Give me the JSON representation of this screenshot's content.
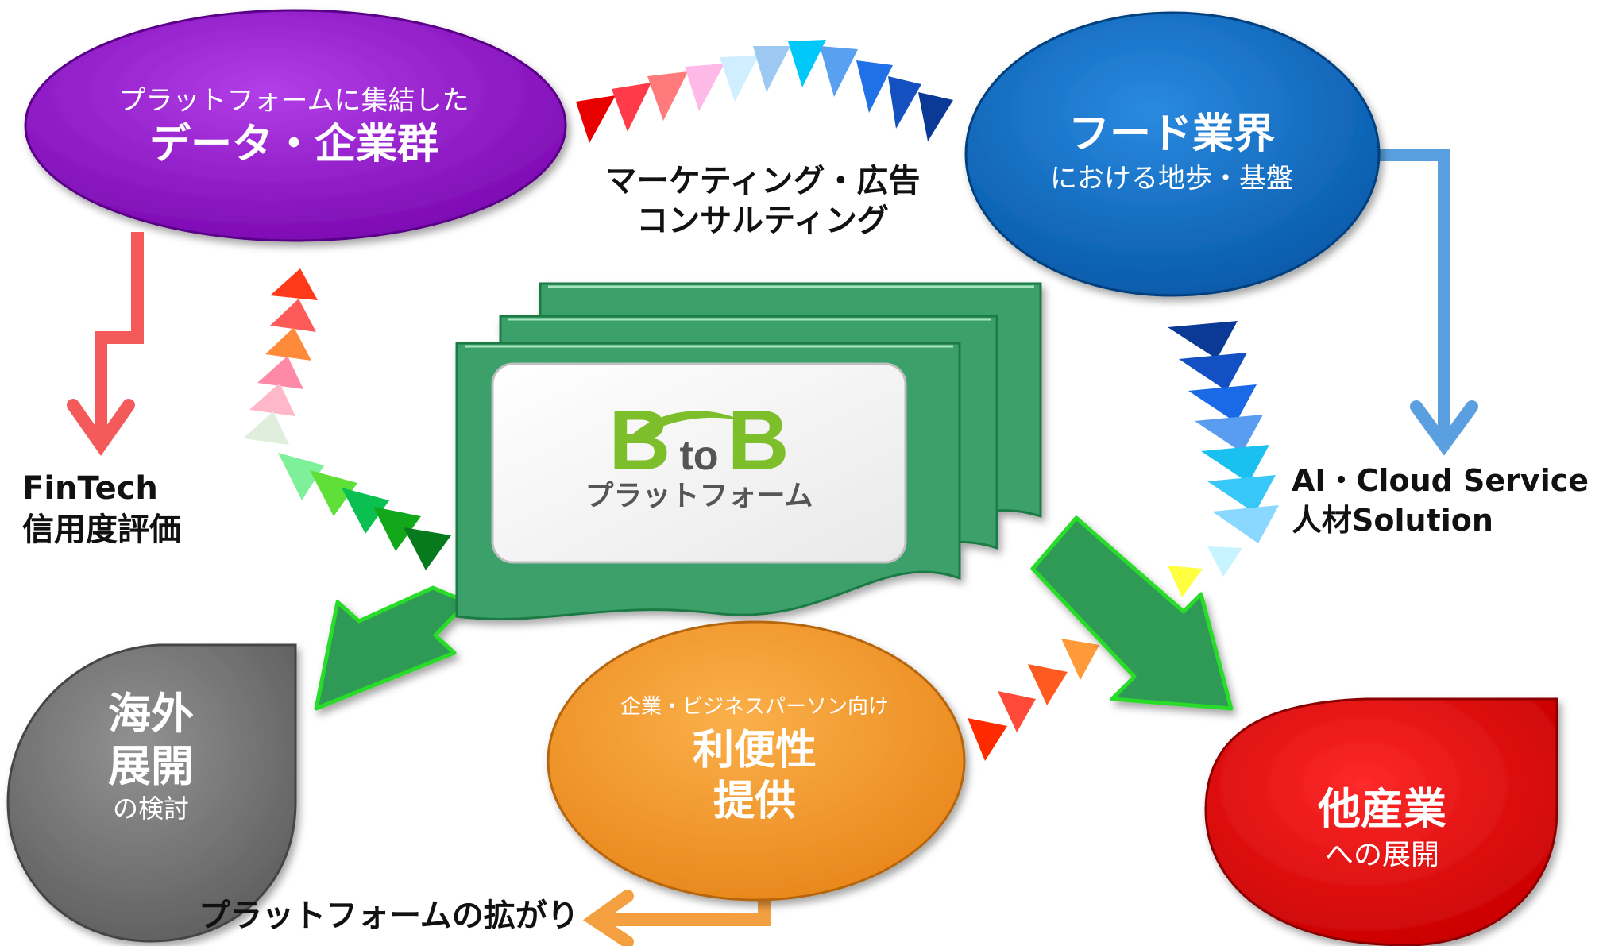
{
  "data_node": {
    "line1": "プラットフォームに集結した",
    "line2": "データ・企業群",
    "color": "#8a0fc4"
  },
  "food_node": {
    "line1": "フード業界",
    "line2": "における地歩・基盤",
    "color": "#0a6ec8"
  },
  "convenience_node": {
    "line1": "企業・ビジネスパーソン向け",
    "line2": "利便性",
    "line3": "提供",
    "color": "#f49a2c"
  },
  "overseas_node": {
    "line1": "海外",
    "line2": "展開",
    "line3": "の検討",
    "color": "#7b7b7b"
  },
  "other_industry_node": {
    "line1": "他産業",
    "line2": "への展開",
    "color": "#e81010"
  },
  "marketing_label": {
    "line1": "マーケティング・広告",
    "line2": "コンサルティング"
  },
  "fintech_label": {
    "line1": "FinTech",
    "line2": "信用度評価"
  },
  "ai_label": {
    "line1": "AI・Cloud Service",
    "line2": "人材Solution"
  },
  "spread_label": "プラットフォームの拡がり",
  "center_logo": {
    "b1": "B",
    "to": "to",
    "b2": "B",
    "sub": "プラットフォーム"
  },
  "colors": {
    "platform_green": "#3aa06a",
    "logo_green": "#7cbf2a",
    "logo_gray": "#555555",
    "arrow_red": "#f55a5a",
    "arrow_blue": "#5a9fe0",
    "arrow_orange": "#f5a040"
  }
}
